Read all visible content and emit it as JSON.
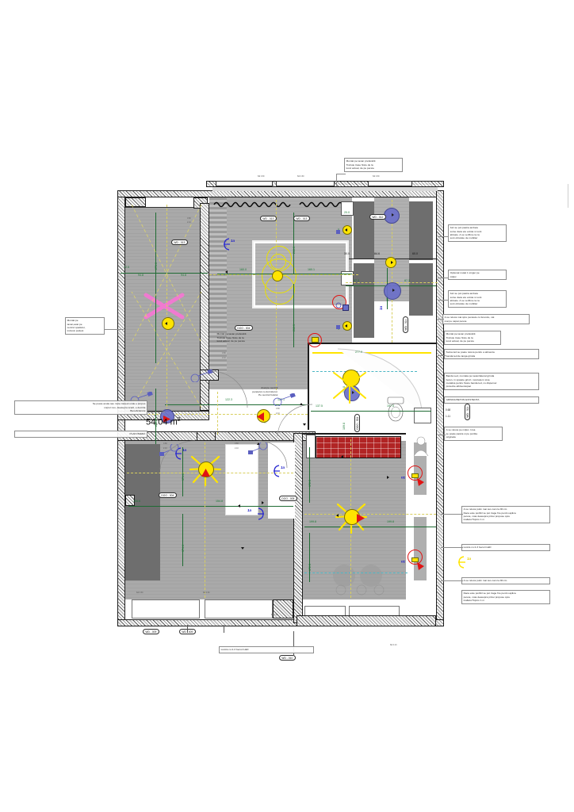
{
  "drawing": {
    "area_label": "54.04 m",
    "area_unit": "2",
    "title_note": "PLAFONIERA"
  },
  "notes": {
    "top_center": "Montat pe tavan preferabil.\nTrebuie trase firele de la\nlocul actual, de pe perete",
    "left_ceiling": "Montat pe\ntavan,axat pe\ncentrul spatiului,\ninclusiv podest",
    "left_cancel": "Se poate anula sau muta traseul unde e propus\ncorpul nou, deasupra scarii, e decizia\nBeneficiarului",
    "left_plafoniera": "PLAFONIERA",
    "inplan_center": "Axat pe centrul\nperetelui cu dormitorul.\nPe centrul holului",
    "inplan_ceiling": "Montat pe tavan preferabil.\nTrebuie trase firele de la\nlocul actual, de pe perete",
    "right_1": "Aici se pot pastra ambele\nsurse daca ele exista si sunt\nalimate. A se verifica ca nu\nsunt obturate de mobilier",
    "right_2": "Optional mutat 1 singur pe\nmijloc",
    "right_3": "Aici se pot pastra ambele\nsurse daca ele exista si sunt\nalimate. A se verifica ca nu\nsunt obturate de mobilier",
    "right_4": "A se reloca mai spre peretele cu ferestre, cat\nmai pe capat perete",
    "right_5": "Montat pe tavan preferabil.\nTrebuie trase firele de la\nlocul actual, de pe perete",
    "right_6": "Sursa led se poate reloca pentru a alimenta\nbanda led de  langa grinda",
    "right_7": "Banda Led, montata pe tavan/lateral grinda\nbeton, in spatele grinzi, montata in sina\nmetalica pentru fixare banda led, cu dispersor\nprotectie alb/semiopac",
    "right_8": "GRINDA BETON EXISTENTA",
    "right_9": "A se reloca pe mijloc. Insa\nse poate pastra si pe pozitia\noriginala",
    "right_10": "A se reloca putin mai sus cam la 90 cm\nDaca este pozibil se pot trage fire pentru aplica\nperete, cota deasupra prizei propuse spre\ninaltare?Aprox 1 m",
    "right_11": "Lustra cu 2-3 becuri LED",
    "right_12": "A se reloca putin mai sus cam la 90 cm",
    "right_13": "Daca este pozibil se pot trage fire pentru aplica\nperete, cota deasupra prizei propuse spre\ninaltare?Aprox 1 m",
    "bottom_lustra": "Lustra cu 2-3 becuri LED"
  },
  "tags": [
    {
      "id": "wd013a",
      "label": "WD - 013"
    },
    {
      "id": "wd013b",
      "label": "WD - 013"
    },
    {
      "id": "wd013c",
      "label": "WD - 013"
    },
    {
      "id": "wd012",
      "label": "WD - 012"
    },
    {
      "id": "wd014a",
      "label": "WD - 014"
    },
    {
      "id": "wd014b",
      "label": "WD - 014"
    },
    {
      "id": "doo004a",
      "label": "DOO - 004"
    },
    {
      "id": "doo004b",
      "label": "DOO - 004"
    },
    {
      "id": "doo004c",
      "label": "DOO - 004"
    },
    {
      "id": "doo005",
      "label": "DOO - 005"
    },
    {
      "id": "wd009a",
      "label": "WD - 009"
    },
    {
      "id": "wd009b",
      "label": "WD - 009"
    },
    {
      "id": "wd010",
      "label": "WD - 010"
    }
  ],
  "switch_label": "1a",
  "beam_values": {
    "upper": "0.68",
    "lower": "1.11"
  },
  "door_values": {
    "upper": "0.80",
    "lower": "2.10"
  },
  "dimensions": {
    "h_top_left": [
      "12.5",
      "94.8",
      "94.8"
    ],
    "h_center": [
      "160.0",
      "160.1"
    ],
    "h_upper_right": [
      "20.0",
      "30.0",
      "84.6",
      "60.0"
    ],
    "h_mid_right": [
      "87.3",
      "87.3"
    ],
    "h_mid": [
      "122.3",
      "122.1"
    ],
    "h_bath": [
      "137.5",
      "197.5",
      "277.0"
    ],
    "h_lower_left": [
      "154.6",
      "154.8"
    ],
    "h_lower_right": [
      "199.8",
      "199.8"
    ],
    "v_left": [
      "270.0",
      "270.0"
    ],
    "v_center": [
      "210.3",
      "210.3"
    ],
    "v_right_small": [
      "22.0",
      "22.0",
      "22.0",
      "22.0"
    ],
    "v_mid": [
      "79.8"
    ],
    "v_bath": [
      "109.8",
      "109.8"
    ],
    "v_lower_left": [
      "174.6",
      "174.6"
    ],
    "v_lower_right": [
      "172.5",
      "172.5"
    ],
    "v_right": [
      "170.0",
      "170.0"
    ]
  },
  "small_ticks": {
    "window_top_a": "8di 0.60",
    "window_top_b": "8di 0.60",
    "window_top_c": "8di 0.60",
    "window_bottom_a": "8di 0.60",
    "window_bottom_b": "8di 0.60",
    "window_bottom_c": "8di 0.10",
    "window_bottom_d": "8di 0.13",
    "stair_a": "0.80",
    "stair_b": "2.10",
    "door_a": "0.80",
    "door_b": "2.10"
  },
  "colors": {
    "lamp_yellow": "#ffe400",
    "lamp_blue": "#6b6fc9",
    "accent_red": "#e01414",
    "dim_green": "#1b7a35",
    "switch_blue": "#2626d0",
    "axis_yellow": "#d9d36a",
    "wall_dark": "#1c1c1c",
    "room_gray": "#a9a9a9",
    "tile_red": "#b12424"
  }
}
